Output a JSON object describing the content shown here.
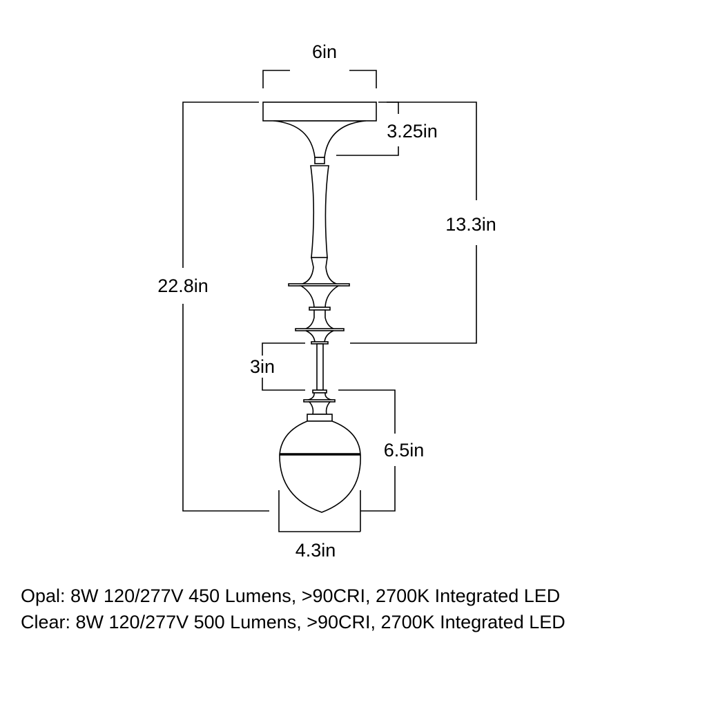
{
  "dimensions": {
    "canopy_width": "6in",
    "canopy_height": "3.25in",
    "body_height": "13.3in",
    "overall_height": "22.8in",
    "rod_length": "3in",
    "globe_height": "6.5in",
    "globe_width": "4.3in"
  },
  "specs": [
    "Opal: 8W 120/277V 450 Lumens, >90CRI, 2700K Integrated LED",
    "Clear: 8W 120/277V 500 Lumens, >90CRI, 2700K Integrated LED"
  ]
}
